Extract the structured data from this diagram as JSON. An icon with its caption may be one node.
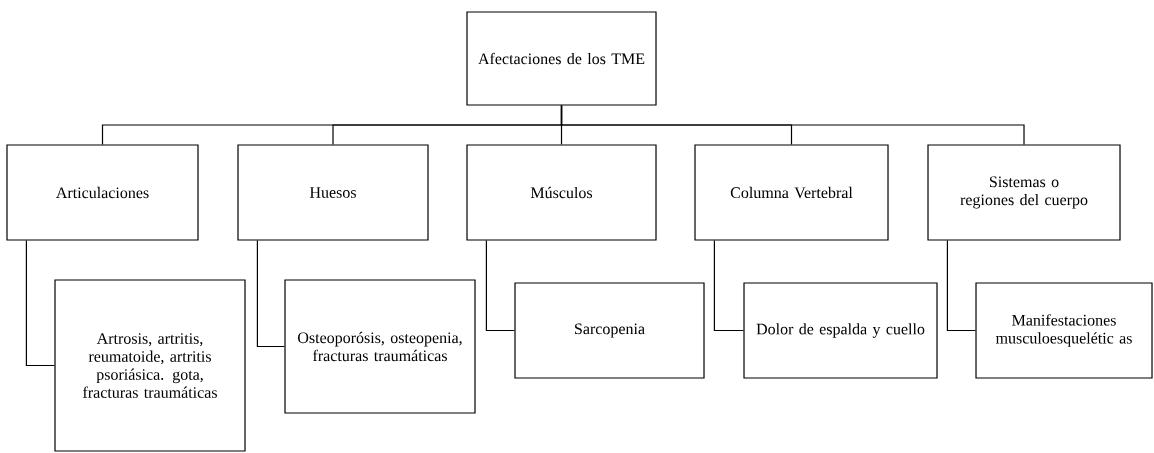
{
  "diagram": {
    "nodes": [
      {
        "text": [
          "Afectaciones de los TME"
        ]
      },
      {
        "text": [
          "Articulaciones"
        ]
      },
      {
        "text": [
          "Huesos"
        ]
      },
      {
        "text": [
          "Músculos"
        ]
      },
      {
        "text": [
          "Columna Vertebral"
        ]
      },
      {
        "text": [
          "Sistemas o regiones del cuerpo"
        ]
      },
      {
        "text": [
          "Artrosis, artritis, reumatoide, artritis psoriásica. gota, fracturas traumáticas"
        ]
      },
      {
        "text": [
          "Osteoporósis, osteopenia, fracturas traumáticas"
        ]
      },
      {
        "text": [
          "Sarcopenia"
        ]
      },
      {
        "text": [
          "Dolor de espalda y cuello"
        ]
      },
      {
        "text": [
          "Manifestaciones musculoesquelétic as"
        ]
      }
    ],
    "edges": [
      {
        "from": 0,
        "to": 1,
        "arrow": "none"
      },
      {
        "from": 0,
        "to": 2,
        "arrow": "none"
      },
      {
        "from": 0,
        "to": 3,
        "arrow": "none"
      },
      {
        "from": 0,
        "to": 4,
        "arrow": "none"
      },
      {
        "from": 0,
        "to": 5,
        "arrow": "none"
      },
      {
        "from": 1,
        "to": 6,
        "arrow": "none"
      },
      {
        "from": 2,
        "to": 7,
        "arrow": "none"
      },
      {
        "from": 3,
        "to": 8,
        "arrow": "none"
      },
      {
        "from": 4,
        "to": 9,
        "arrow": "none"
      },
      {
        "from": 5,
        "to": 10,
        "arrow": "none"
      }
    ]
  }
}
